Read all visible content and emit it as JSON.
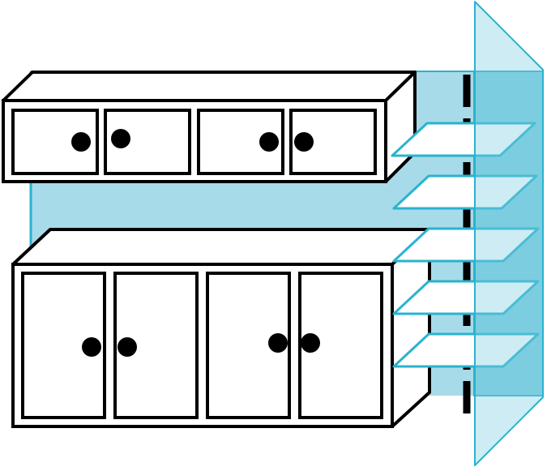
{
  "colors": {
    "background": "#ffffff",
    "wall_light": "#a8dbe9",
    "wall_side": "#7dcde0",
    "wall_edge": "#29b3cf",
    "glass_panel": "#cfecf3",
    "shelf_fill": "#ffffff",
    "outline": "#000000",
    "knob": "#000000"
  },
  "scene": {
    "upper_cabinet": {
      "door_count": 4,
      "knob_count": 4
    },
    "lower_cabinet": {
      "door_count": 4,
      "knob_count": 4
    },
    "glass_shelves": {
      "count": 5
    },
    "support_rail": {
      "style": "dashed-vertical"
    }
  },
  "icons": [
    "wall-panel",
    "glass-partition",
    "cabinet",
    "cabinet-door",
    "door-knob",
    "glass-shelf",
    "support-rail"
  ]
}
